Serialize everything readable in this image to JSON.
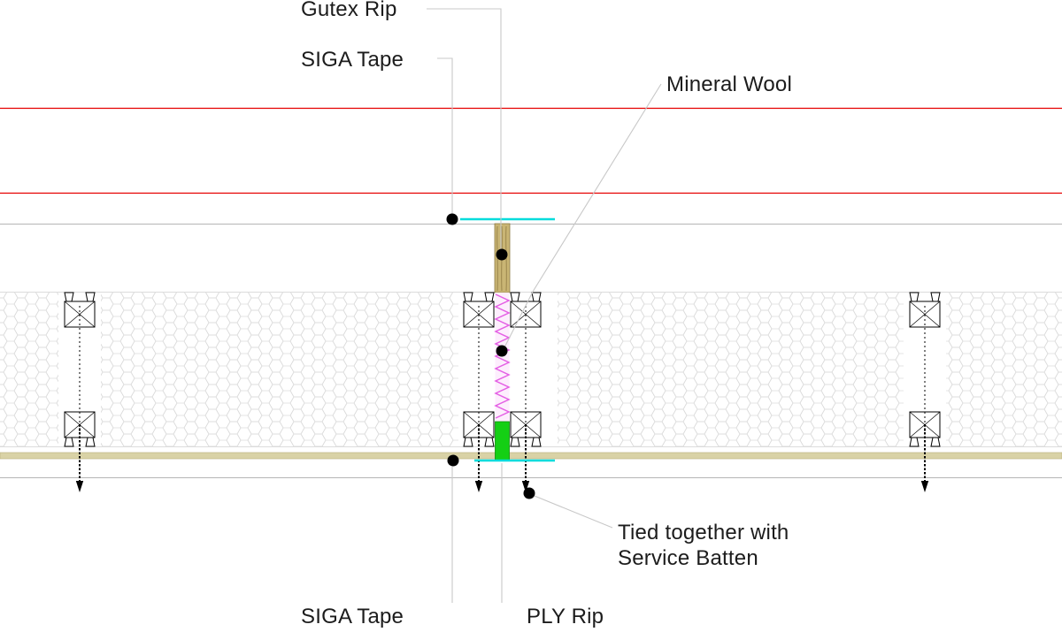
{
  "labels": {
    "gutex_rip": "Gutex Rip",
    "siga_tape_top": "SIGA Tape",
    "mineral_wool": "Mineral Wool",
    "tied_together_line1": "Tied together with",
    "tied_together_line2": "Service Batten",
    "siga_tape_bottom": "SIGA Tape",
    "ply_rip": "PLY Rip"
  },
  "colors": {
    "membrane_red": "#e60000",
    "tape_cyan": "#00dcdc",
    "gutex_tan": "#c9b574",
    "sheathing_tan": "#d9d2a6",
    "mineral_wool_pink": "#e45fe4",
    "ply_green": "#14cf14",
    "hatch_gray": "#dcdcdc",
    "line_gray": "#b5b5b5",
    "leader_gray": "#c8c8c8"
  }
}
